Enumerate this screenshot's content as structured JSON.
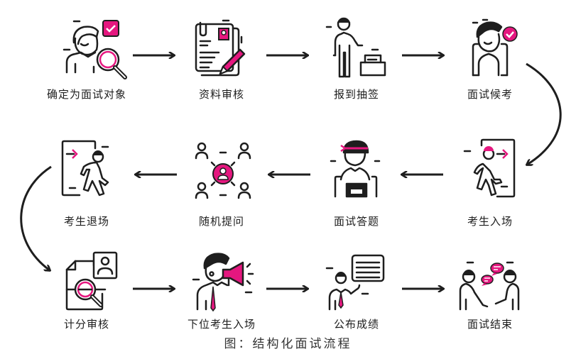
{
  "colors": {
    "accent": "#e5177f",
    "stroke": "#1e1e1e",
    "background": "#ffffff"
  },
  "steps": [
    {
      "label": "确定为面试对象",
      "icon": "person-magnifier-check-icon"
    },
    {
      "label": "资料审核",
      "icon": "document-review-pen-icon"
    },
    {
      "label": "报到抽签",
      "icon": "person-draw-lot-box-icon"
    },
    {
      "label": "面试候考",
      "icon": "person-waiting-check-icon"
    },
    {
      "label": "考生入场",
      "icon": "person-enter-door-icon"
    },
    {
      "label": "面试答题",
      "icon": "person-answering-desk-icon"
    },
    {
      "label": "随机提问",
      "icon": "random-question-group-icon"
    },
    {
      "label": "考生退场",
      "icon": "person-exit-door-icon"
    },
    {
      "label": "计分审核",
      "icon": "score-review-document-icon"
    },
    {
      "label": "下位考生入场",
      "icon": "megaphone-announcer-icon"
    },
    {
      "label": "公布成绩",
      "icon": "announce-results-board-icon"
    },
    {
      "label": "面试结束",
      "icon": "handshake-icon"
    }
  ],
  "caption": "图：结构化面试流程"
}
